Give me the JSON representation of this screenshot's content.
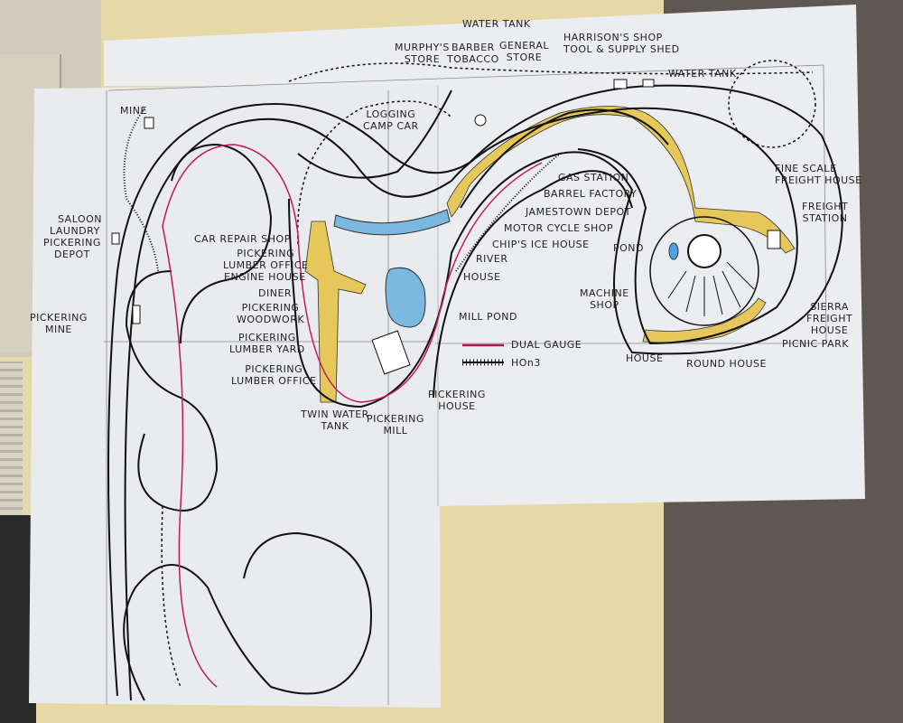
{
  "labels": {
    "mine": "MINE",
    "logging_camp_car": [
      "LOGGING",
      "CAMP CAR"
    ],
    "water_tank_top": "WATER TANK",
    "murphys_store": [
      "MURPHY'S",
      "STORE"
    ],
    "barber_tobacco": [
      "BARBER",
      "TOBACCO"
    ],
    "general_store": [
      "GENERAL",
      "STORE"
    ],
    "harrisons_shop": "HARRISON'S SHOP",
    "tool_supply_shed": "TOOL & SUPPLY SHED",
    "water_tank_right": "WATER TANK",
    "fine_scale_freight_house": [
      "FINE SCALE",
      "FREIGHT HOUSE"
    ],
    "freight_station": [
      "FREIGHT",
      "STATION"
    ],
    "gas_station": "GAS STATION",
    "barrel_factory": "BARREL FACTORY",
    "jamestown_depot": "JAMESTOWN DEPOT",
    "motor_cycle_shop": "MOTOR CYCLE SHOP",
    "chips_ice_house": "CHIP'S ICE HOUSE",
    "river": "RIVER",
    "house_center": "HOUSE",
    "pond": "POND",
    "machine_shop": [
      "MACHINE",
      "SHOP"
    ],
    "sierra_freight_house": [
      "SIERRA",
      "FREIGHT",
      "HOUSE"
    ],
    "picnic_park": "PICNIC PARK",
    "round_house": "ROUND HOUSE",
    "house_right": "HOUSE",
    "saloon": "SALOON",
    "laundry": "LAUNDRY",
    "pickering_depot": [
      "PICKERING",
      "DEPOT"
    ],
    "pickering_mine": [
      "PICKERING",
      "MINE"
    ],
    "car_repair_shop": "CAR REPAIR SHOP",
    "pickering_lumber_office_top": [
      "PICKERING",
      "LUMBER OFFICE"
    ],
    "engine_house": "ENGINE HOUSE",
    "diner": "DINER",
    "pickering_woodwork": [
      "PICKERING",
      "WOODWORK"
    ],
    "pickering_lumber_yard": [
      "PICKERING",
      "LUMBER YARD"
    ],
    "pickering_lumber_office_bottom": [
      "PICKERING",
      "LUMBER OFFICE"
    ],
    "twin_water_tank": [
      "TWIN WATER",
      "TANK"
    ],
    "pickering_mill": [
      "PICKERING",
      "MILL"
    ],
    "pickering_house": [
      "PICKERING",
      "HOUSE"
    ],
    "mill_pond": "MILL POND"
  },
  "legend": [
    {
      "label": "DUAL GAUGE",
      "style": "solid",
      "color": "#b0174a"
    },
    {
      "label": "HOn3",
      "style": "hatched",
      "color": "#111111"
    }
  ],
  "colors": {
    "road": "#e6c85a",
    "water": "#7ab8e0",
    "dual_gauge": "#c2185b",
    "track": "#111111"
  }
}
